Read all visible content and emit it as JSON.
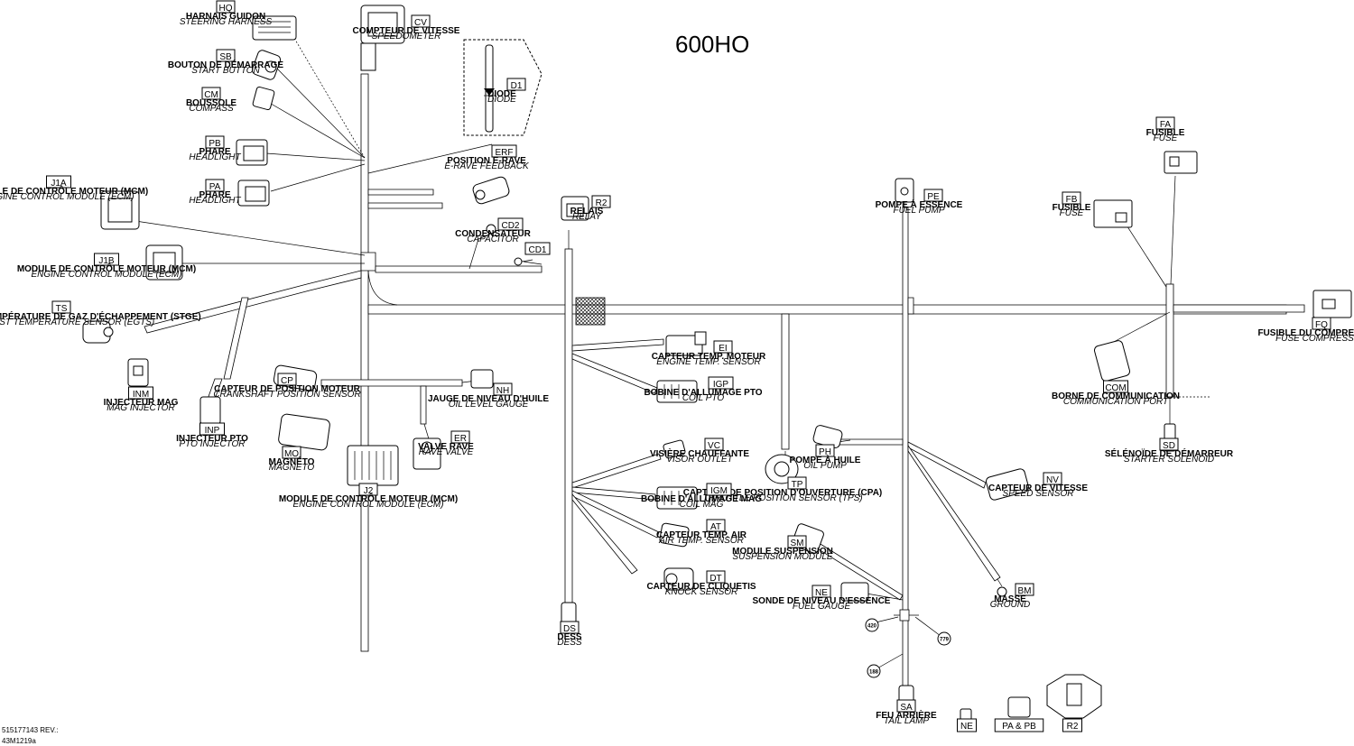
{
  "title": "600HO",
  "footer": {
    "part_number": "515177143 REV.:",
    "drawing_id": "43M1219a"
  },
  "components": [
    {
      "id": "hq",
      "code": "HQ",
      "fr": "HARNAIS GUIDON",
      "en": "STEERING HARNESS"
    },
    {
      "id": "cv",
      "code": "CV",
      "fr": "COMPTEUR DE VITESSE",
      "en": "SPEEDOMETER"
    },
    {
      "id": "sb",
      "code": "SB",
      "fr": "BOUTON DE DÉMARRAGE",
      "en": "START BUTTON"
    },
    {
      "id": "cm",
      "code": "CM",
      "fr": "BOUSSOLE",
      "en": "COMPASS"
    },
    {
      "id": "d1",
      "code": "D1",
      "fr": "DIODE",
      "en": "DIODE"
    },
    {
      "id": "pb",
      "code": "PB",
      "fr": "PHARE",
      "en": "HEADLIGHT"
    },
    {
      "id": "pa",
      "code": "PA",
      "fr": "PHARE",
      "en": "HEADLIGHT"
    },
    {
      "id": "erf",
      "code": "ERF",
      "fr": "POSITION E-RAVE",
      "en": "E-RAVE FEEDBACK"
    },
    {
      "id": "j1a",
      "code": "J1A",
      "fr": "MODULE DE CONTRÔLE MOTEUR (MCM)",
      "en": "ENGINE CONTROL MODULE (ECM)"
    },
    {
      "id": "r2",
      "code": "R2",
      "fr": "RELAIS",
      "en": "RELAY"
    },
    {
      "id": "cd2",
      "code": "CD2",
      "fr": "CONDENSATEUR",
      "en": "CAPACITOR"
    },
    {
      "id": "cd1",
      "code": "CD1",
      "fr": "",
      "en": ""
    },
    {
      "id": "j1b",
      "code": "J1B",
      "fr": "MODULE DE CONTRÔLE MOTEUR (MCM)",
      "en": "ENGINE CONTROL MODULE (ECM)"
    },
    {
      "id": "pe",
      "code": "PE",
      "fr": "POMPE À ESSENCE",
      "en": "FUEL PUMP"
    },
    {
      "id": "fa",
      "code": "FA",
      "fr": "FUSIBLE",
      "en": "FUSE"
    },
    {
      "id": "fb",
      "code": "FB",
      "fr": "FUSIBLE",
      "en": "FUSE"
    },
    {
      "id": "ts",
      "code": "TS",
      "fr": "CAPTEUR DE TEMPÉRATURE DE GAZ D'ÉCHAPPEMENT (STGE)",
      "en": "EXHAUST TEMPERATURE SENSOR (EGTS)"
    },
    {
      "id": "fq",
      "code": "FQ",
      "fr": "FUSIBLE DU COMPRESSEUR",
      "en": "FUSE COMPRESSOR"
    },
    {
      "id": "ei",
      "code": "EI",
      "fr": "CAPTEUR TEMP. MOTEUR",
      "en": "ENGINE TEMP. SENSOR"
    },
    {
      "id": "inm",
      "code": "INM",
      "fr": "INJECTEUR MAG",
      "en": "MAG INJECTOR"
    },
    {
      "id": "cp",
      "code": "CP",
      "fr": "CAPTEUR DE POSITION MOTEUR",
      "en": "CRANKSHAFT POSITION SENSOR"
    },
    {
      "id": "nh",
      "code": "NH",
      "fr": "JAUGE DE NIVEAU D'HUILE",
      "en": "OIL LEVEL GAUGE"
    },
    {
      "id": "igp",
      "code": "IGP",
      "fr": "BOBINE D'ALLUMAGE PTO",
      "en": "COIL PTO"
    },
    {
      "id": "com",
      "code": "COM",
      "fr": "BORNE DE COMMUNICATION",
      "en": "COMMUNICATION PORT"
    },
    {
      "id": "inp",
      "code": "INP",
      "fr": "INJECTEUR PTO",
      "en": "PTO INJECTOR"
    },
    {
      "id": "mo",
      "code": "MO",
      "fr": "MAGNÉTO",
      "en": "MAGNETO"
    },
    {
      "id": "er",
      "code": "ER",
      "fr": "VALVE RAVE",
      "en": "RAVE VALVE"
    },
    {
      "id": "vc",
      "code": "VC",
      "fr": "VISIÈRE CHAUFFANTE",
      "en": "VISOR OUTLET"
    },
    {
      "id": "ph",
      "code": "PH",
      "fr": "POMPE À HUILE",
      "en": "OIL PUMP"
    },
    {
      "id": "sd",
      "code": "SD",
      "fr": "SÉLÉNOÏDE DE DÉMARREUR",
      "en": "STARTER SOLENOID"
    },
    {
      "id": "j2",
      "code": "J2",
      "fr": "MODULE DE CONTRÔLE MOTEUR (MCM)",
      "en": "ENGINE CONTROL MODULE (ECM)"
    },
    {
      "id": "tp",
      "code": "TP",
      "fr": "CAPTEUR DE POSITION D'OUVERTURE (CPA)",
      "en": "THROTTLE POSITION SENSOR (TPS)"
    },
    {
      "id": "igm",
      "code": "IGM",
      "fr": "BOBINE D'ALLUMAGE MAG",
      "en": "COIL MAG"
    },
    {
      "id": "nv",
      "code": "NV",
      "fr": "CAPTEUR DE VITESSE",
      "en": "SPEED SENSOR"
    },
    {
      "id": "at",
      "code": "AT",
      "fr": "CAPTEUR TEMP. AIR",
      "en": "AIR TEMP. SENSOR"
    },
    {
      "id": "sm",
      "code": "SM",
      "fr": "MODULE SUSPENSION",
      "en": "SUSPENSION MODULE"
    },
    {
      "id": "dt",
      "code": "DT",
      "fr": "CAPTEUR DE CLIQUETIS",
      "en": "KNOCK SENSOR"
    },
    {
      "id": "ne",
      "code": "NE",
      "fr": "SONDE DE NIVEAU D'ESSENCE",
      "en": "FUEL GAUGE"
    },
    {
      "id": "bm",
      "code": "BM",
      "fr": "MASSE",
      "en": "GROUND"
    },
    {
      "id": "ds",
      "code": "DS",
      "fr": "DESS",
      "en": "DESS"
    },
    {
      "id": "sa",
      "code": "SA",
      "fr": "FEU ARRIÈRE",
      "en": "TAIL LAMP"
    }
  ],
  "splices": [
    "420",
    "779",
    "188"
  ],
  "legend": [
    {
      "id": "ne",
      "code": "NE"
    },
    {
      "id": "papb",
      "code": "PA & PB"
    },
    {
      "id": "r2",
      "code": "R2"
    }
  ]
}
